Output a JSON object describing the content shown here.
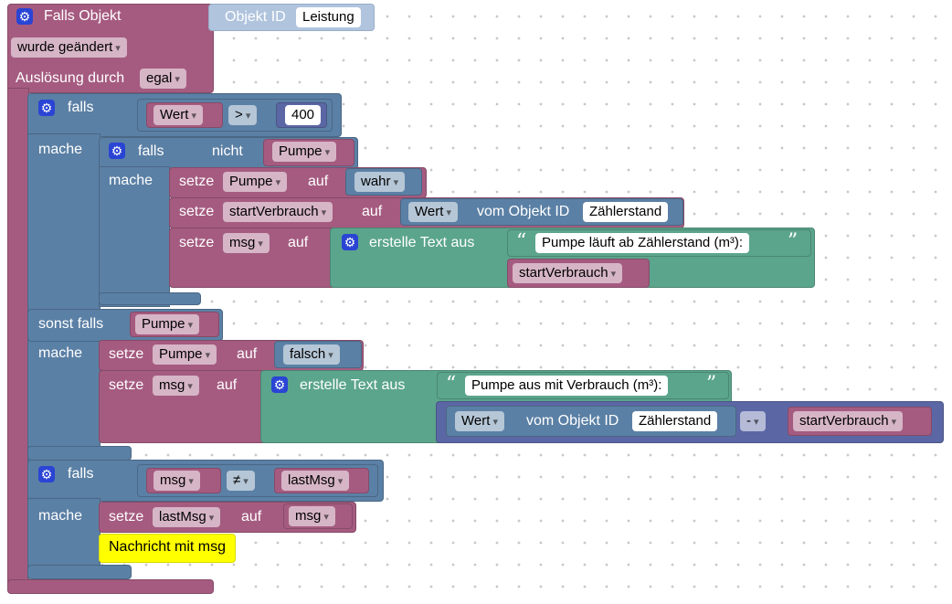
{
  "event": {
    "header": "Falls Objekt",
    "objekt_id_label": "Objekt ID",
    "objekt_id_value": "Leistung",
    "trigger_dropdown": "wurde geändert",
    "ausloesung_label": "Auslösung durch",
    "ausloesung_value": "egal"
  },
  "if1": {
    "falls": "falls",
    "cond_left": "Wert",
    "operator": ">",
    "cond_right": "400",
    "mache": "mache",
    "inner_if": {
      "falls": "falls",
      "nicht": "nicht",
      "var": "Pumpe",
      "mache": "mache",
      "set1": {
        "setze": "setze",
        "var": "Pumpe",
        "auf": "auf",
        "value": "wahr"
      },
      "set2": {
        "setze": "setze",
        "var": "startVerbrauch",
        "auf": "auf",
        "attr": "Wert",
        "vom": "vom Objekt ID",
        "objid": "Zählerstand"
      },
      "set3": {
        "setze": "setze",
        "var": "msg",
        "auf": "auf",
        "create_text": "erstelle Text aus",
        "text": "Pumpe läuft ab Zählerstand (m³):",
        "var2": "startVerbrauch"
      }
    },
    "sonst_falls": "sonst falls",
    "elseif_var": "Pumpe",
    "mache2": "mache",
    "set4": {
      "setze": "setze",
      "var": "Pumpe",
      "auf": "auf",
      "value": "falsch"
    },
    "set5": {
      "setze": "setze",
      "var": "msg",
      "auf": "auf",
      "create_text": "erstelle Text aus",
      "text": "Pumpe aus mit Verbrauch (m³):",
      "attr": "Wert",
      "vom": "vom Objekt ID",
      "objid": "Zählerstand",
      "math_op": "-",
      "var2": "startVerbrauch"
    }
  },
  "if2": {
    "falls": "falls",
    "cond_left": "msg",
    "operator": "≠",
    "cond_right": "lastMsg",
    "mache": "mache",
    "set": {
      "setze": "setze",
      "var": "lastMsg",
      "auf": "auf",
      "value": "msg"
    },
    "comment": "Nachricht mit msg"
  }
}
